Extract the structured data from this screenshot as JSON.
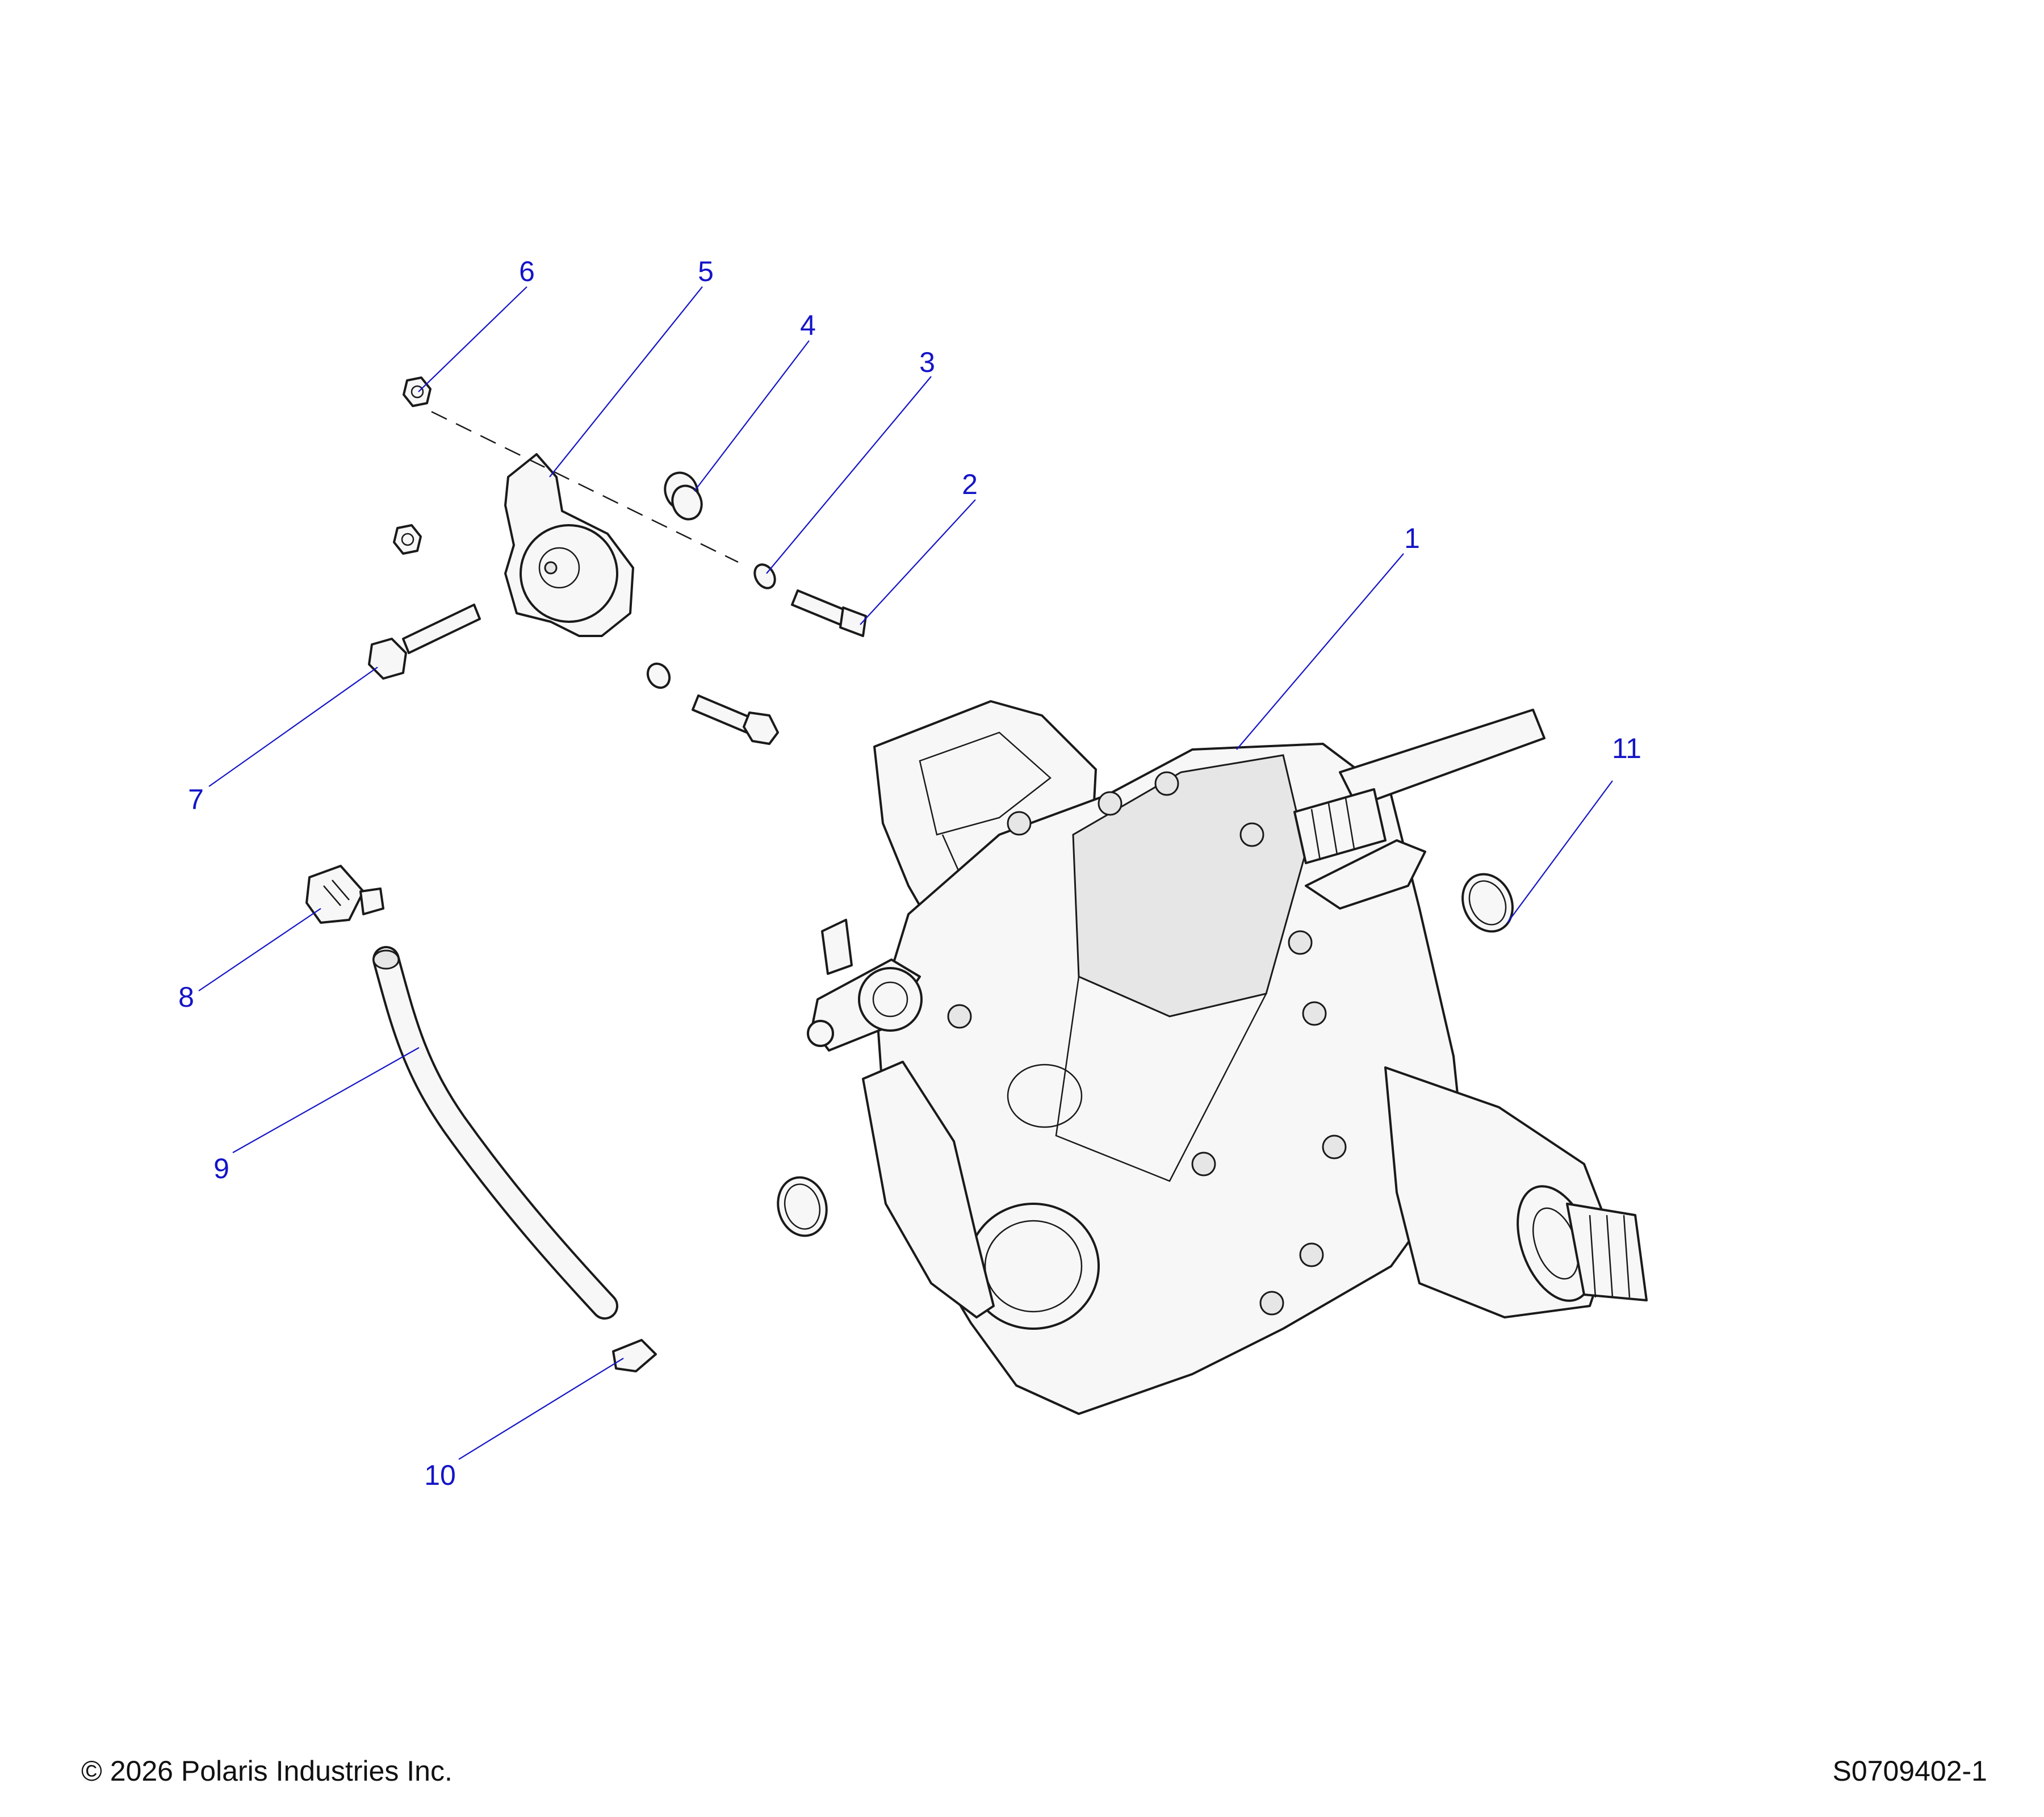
{
  "callouts": [
    {
      "id": "1",
      "label": "1"
    },
    {
      "id": "2",
      "label": "2"
    },
    {
      "id": "3",
      "label": "3"
    },
    {
      "id": "4",
      "label": "4"
    },
    {
      "id": "5",
      "label": "5"
    },
    {
      "id": "6",
      "label": "6"
    },
    {
      "id": "7",
      "label": "7"
    },
    {
      "id": "8",
      "label": "8"
    },
    {
      "id": "9",
      "label": "9"
    },
    {
      "id": "10",
      "label": "10"
    },
    {
      "id": "11",
      "label": "11"
    }
  ],
  "footer": {
    "copyright": "© 2026 Polaris Industries Inc.",
    "drawing_id": "S0709402-1"
  },
  "colors": {
    "callout": "#1414c8",
    "line_art": "#1a1a1a",
    "background": "#ffffff"
  }
}
